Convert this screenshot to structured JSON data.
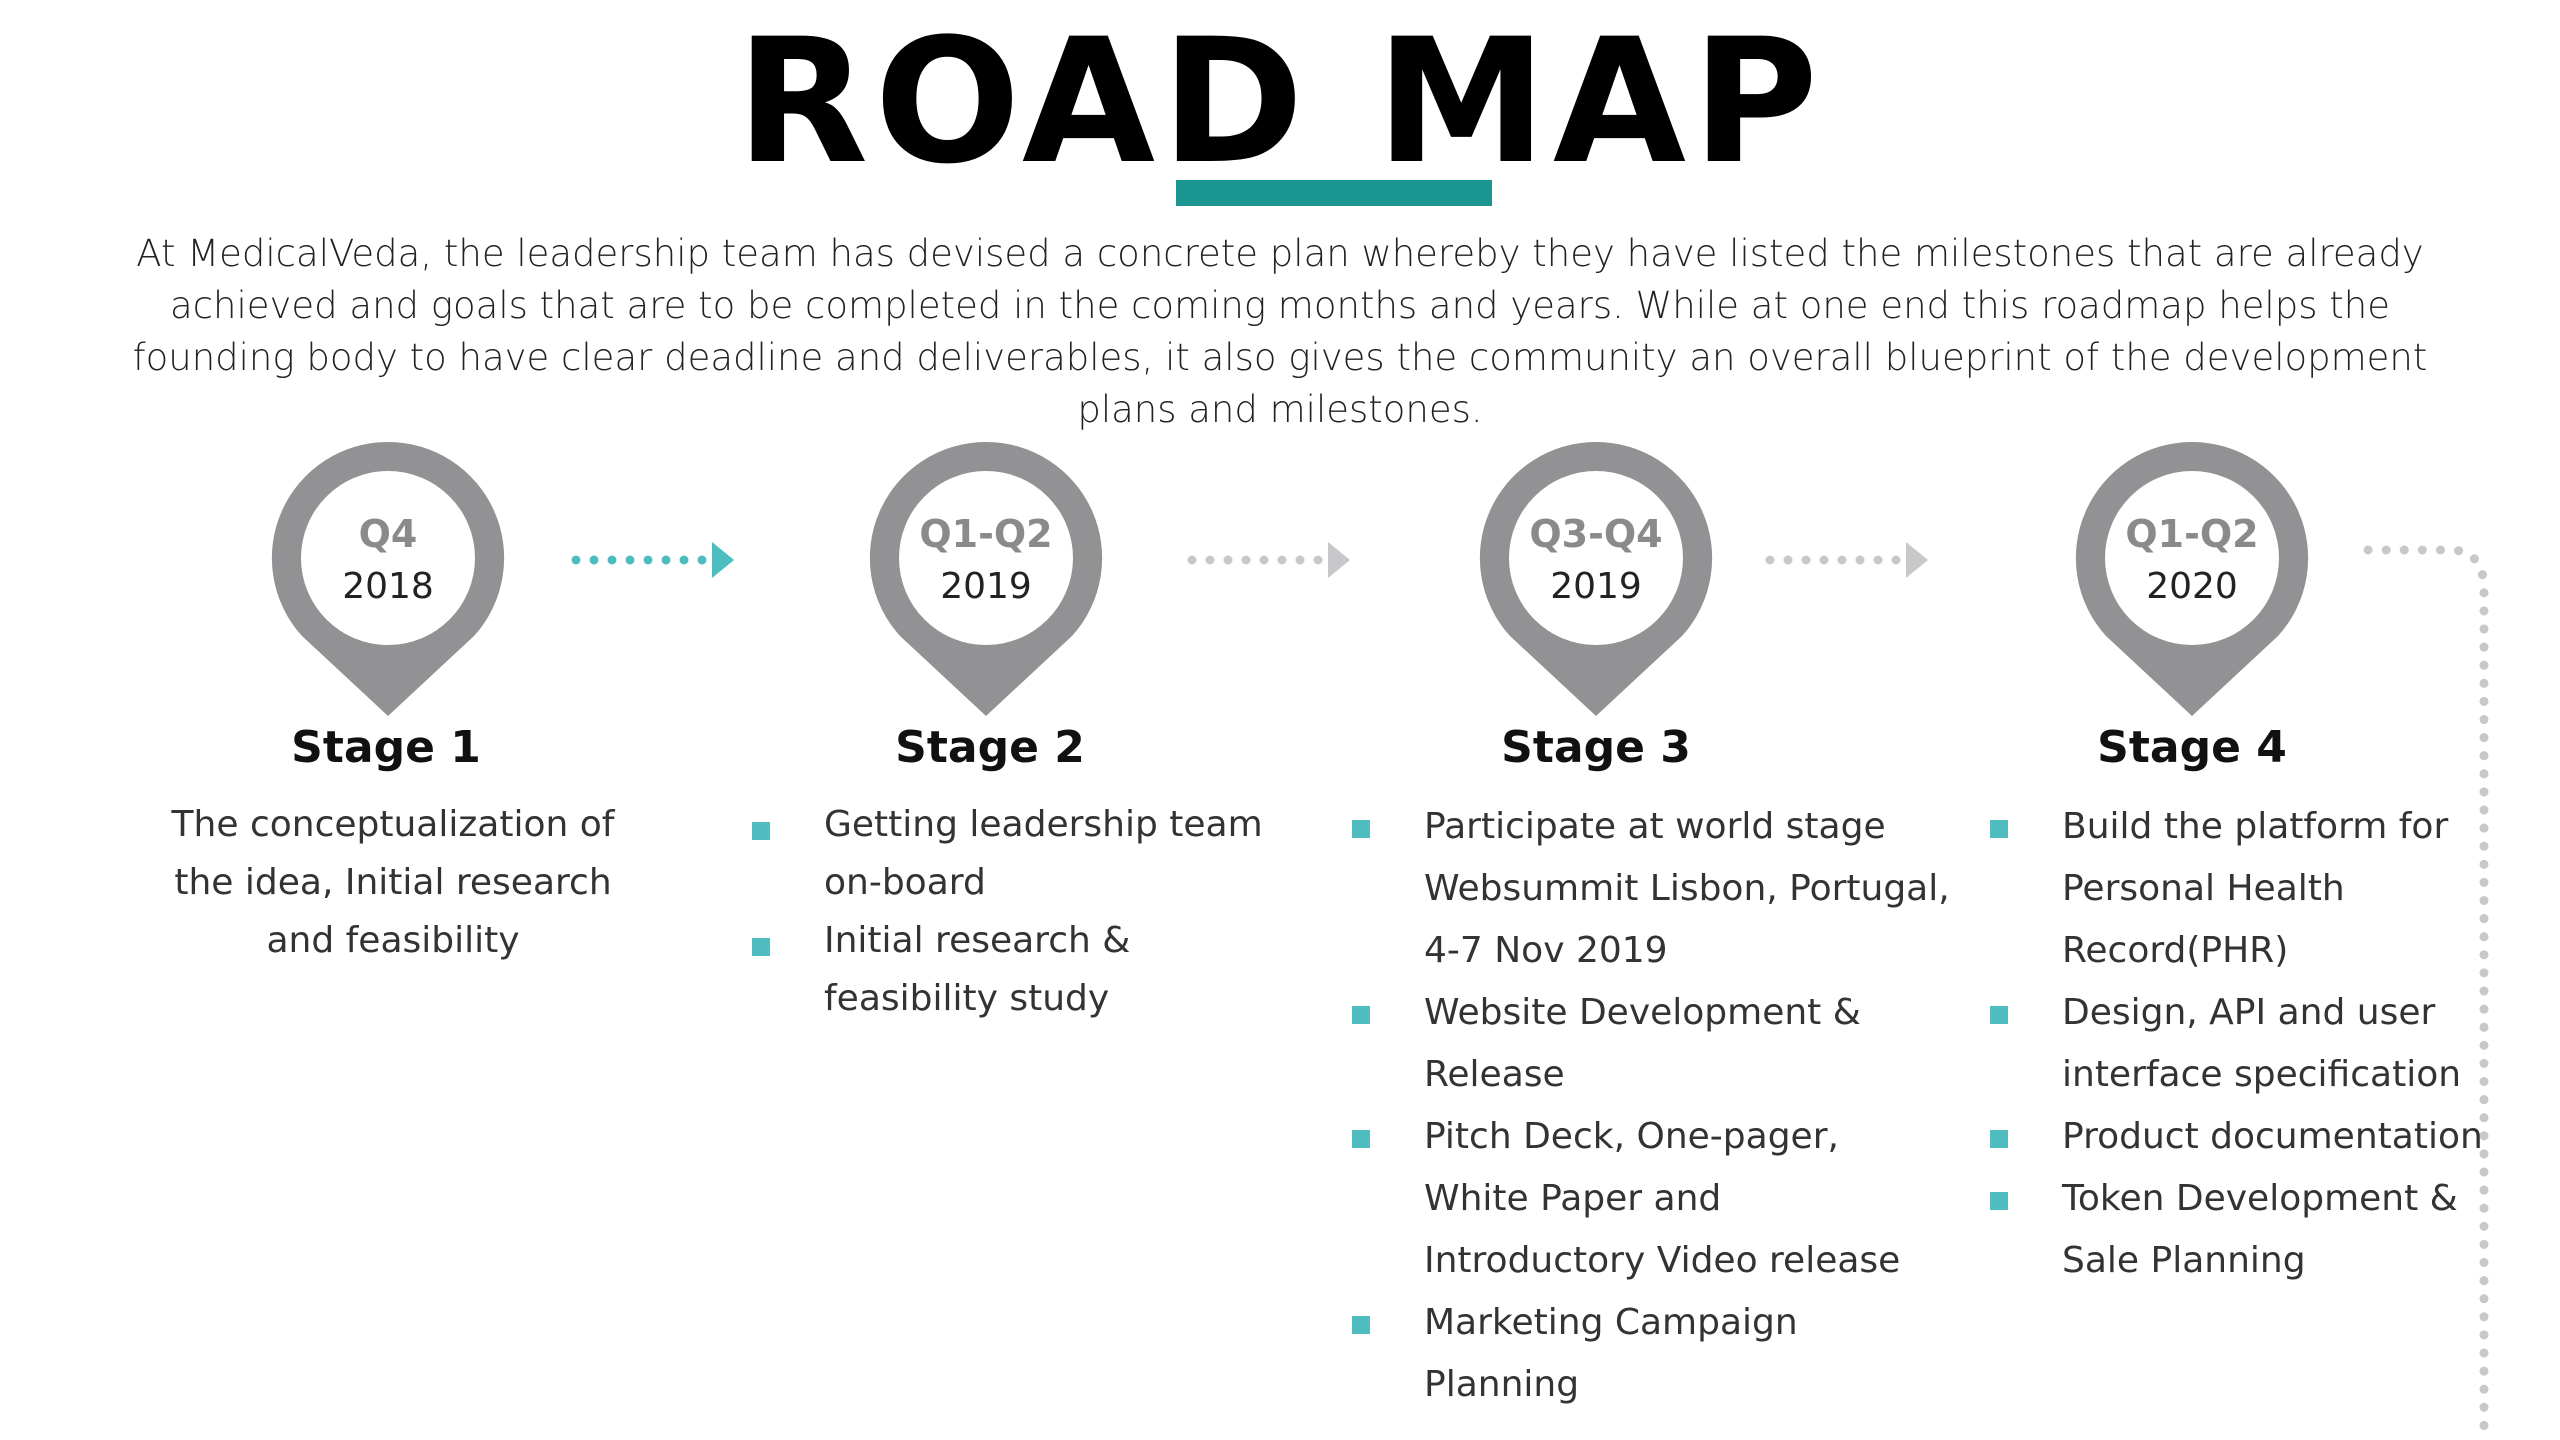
{
  "title": "ROAD MAP",
  "intro": "At MedicalVeda, the leadership team has devised a concrete plan whereby they have listed the milestones that are already achieved and goals that are to be completed in the coming months and years. While at one end this roadmap helps the founding body to have clear deadline and deliverables, it also gives the community an overall blueprint of the development plans and milestones.",
  "colors": {
    "accent": "#1b9690",
    "pin": "#929294",
    "bullet": "#4fbcc0",
    "arrow_active": "#4fbcc0",
    "arrow_inactive": "#c8c8ca"
  },
  "stages": [
    {
      "quarter": "Q4",
      "year": "2018",
      "title": "Stage 1",
      "description": "The conceptualization of the idea, Initial research and feasibility",
      "items": []
    },
    {
      "quarter": "Q1-Q2",
      "year": "2019",
      "title": "Stage 2",
      "items": [
        "Getting leadership team on-board",
        "Initial research & feasibility study"
      ]
    },
    {
      "quarter": "Q3-Q4",
      "year": "2019",
      "title": "Stage 3",
      "items": [
        "Participate at world stage Websummit Lisbon, Portugal, 4-7 Nov 2019",
        "Website Development & Release",
        "Pitch Deck, One-pager, White Paper and Introductory Video release",
        "Marketing Campaign Planning"
      ]
    },
    {
      "quarter": "Q1-Q2",
      "year": "2020",
      "title": "Stage 4",
      "items": [
        "Build the platform for Personal Health Record(PHR)",
        "Design, API and user interface specification",
        "Product documentation",
        "Token Development & Sale Planning"
      ]
    }
  ]
}
